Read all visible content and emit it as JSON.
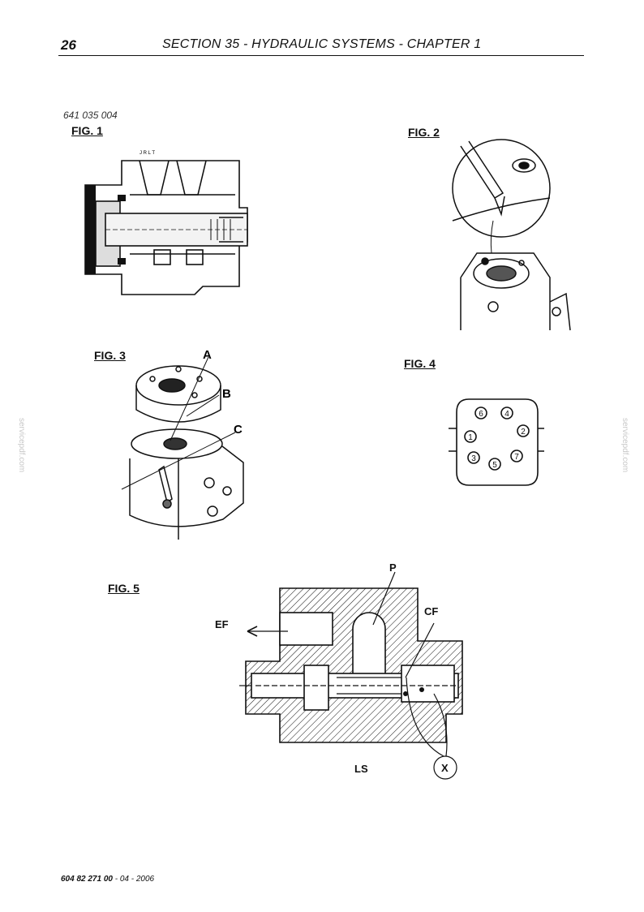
{
  "header": {
    "page_number": "26",
    "title": "SECTION 35 - HYDRAULIC SYSTEMS - CHAPTER 1"
  },
  "reference_code": "641 035 004",
  "figures": {
    "fig1": {
      "caption": "FIG. 1",
      "top_letters": "J R L T"
    },
    "fig2": {
      "caption": "FIG. 2"
    },
    "fig3": {
      "caption": "FIG. 3",
      "labels": {
        "a": "A",
        "b": "B",
        "c": "C"
      }
    },
    "fig4": {
      "caption": "FIG. 4",
      "bolts": [
        "1",
        "2",
        "3",
        "4",
        "5",
        "6",
        "7"
      ]
    },
    "fig5": {
      "caption": "FIG. 5",
      "labels": {
        "p": "P",
        "cf": "CF",
        "ef": "EF",
        "ls": "LS",
        "x": "X"
      }
    }
  },
  "watermark": "servicepdf.com",
  "footer": {
    "doc_number": "604 82 271 00",
    "date": " - 04 - 2006"
  }
}
